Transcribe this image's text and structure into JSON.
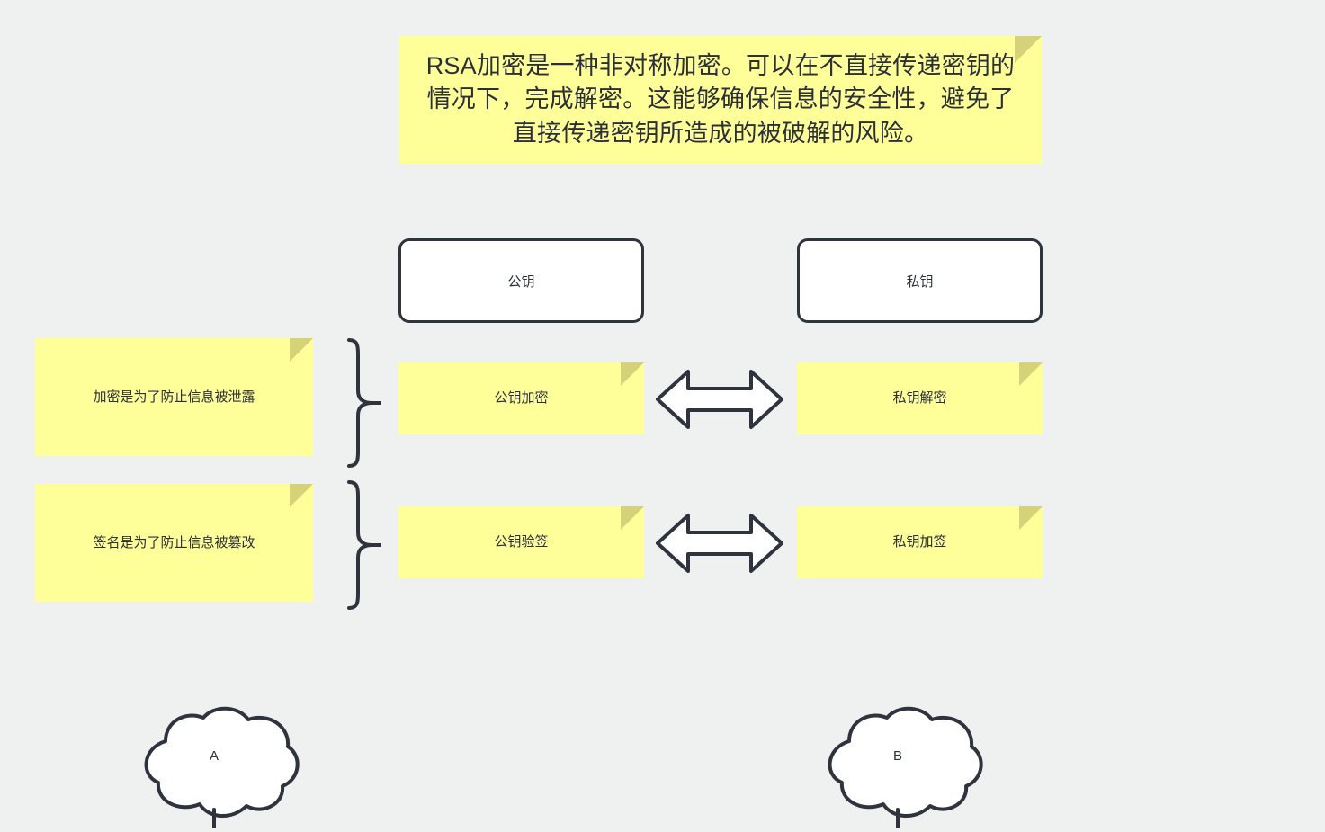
{
  "diagram": {
    "background_color": "#eff0f0",
    "note_color": "#ffff99",
    "note_fold_color": "#d6d27a",
    "stroke_color": "#2e333d",
    "text_color": "#2b2f38"
  },
  "intro_note": {
    "text": "RSA加密是一种非对称加密。可以在不直接传递密钥的情况下，完成解密。这能够确保信息的安全性，避免了直接传递密钥所造成的被破解的风险。"
  },
  "key_boxes": [
    {
      "id": "public-key",
      "label": "公钥"
    },
    {
      "id": "private-key",
      "label": "私钥"
    }
  ],
  "purpose_notes": [
    {
      "id": "encrypt-purpose",
      "label": "加密是为了防止信息被泄露"
    },
    {
      "id": "sign-purpose",
      "label": "签名是为了防止信息被篡改"
    }
  ],
  "operation_rows": [
    {
      "id": "encryption",
      "left": "公钥加密",
      "right": "私钥解密",
      "arrow": "double-headed-arrow"
    },
    {
      "id": "signing",
      "left": "公钥验签",
      "right": "私钥加签",
      "arrow": "double-headed-arrow"
    }
  ],
  "clouds": [
    {
      "id": "a",
      "label": "A"
    },
    {
      "id": "b",
      "label": "B"
    }
  ]
}
